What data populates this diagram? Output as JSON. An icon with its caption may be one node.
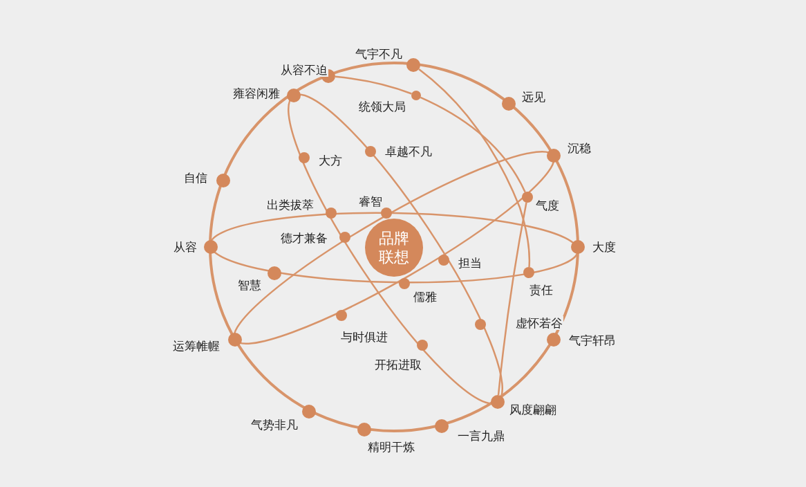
{
  "diagram": {
    "nodes": [
      {
        "text": [
          "品牌联想"
        ]
      },
      {
        "text": [
          "气宇不凡"
        ]
      },
      {
        "text": [
          "从容不迫"
        ]
      },
      {
        "text": [
          "雍容闲雅"
        ]
      },
      {
        "text": [
          "统领大局"
        ]
      },
      {
        "text": [
          "远见"
        ]
      },
      {
        "text": [
          "卓越不凡"
        ]
      },
      {
        "text": [
          "大方"
        ]
      },
      {
        "text": [
          "沉稳"
        ]
      },
      {
        "text": [
          "自信"
        ]
      },
      {
        "text": [
          "气度"
        ]
      },
      {
        "text": [
          "出类拔萃"
        ]
      },
      {
        "text": [
          "睿智"
        ]
      },
      {
        "text": [
          "德才兼备"
        ]
      },
      {
        "text": [
          "从容"
        ]
      },
      {
        "text": [
          "大度"
        ]
      },
      {
        "text": [
          "担当"
        ]
      },
      {
        "text": [
          "智慧"
        ]
      },
      {
        "text": [
          "责任"
        ]
      },
      {
        "text": [
          "儒雅"
        ]
      },
      {
        "text": [
          "虚怀若谷"
        ]
      },
      {
        "text": [
          "与时俱进"
        ]
      },
      {
        "text": [
          "运筹帷幄"
        ]
      },
      {
        "text": [
          "气宇轩昂"
        ]
      },
      {
        "text": [
          "开拓进取"
        ]
      },
      {
        "text": [
          "风度翩翩"
        ]
      },
      {
        "text": [
          "气势非凡"
        ]
      },
      {
        "text": [
          "一言九鼎"
        ]
      },
      {
        "text": [
          "精明干炼"
        ]
      }
    ],
    "edges": [
      {
        "from": 2,
        "to": 4,
        "arrow": "none"
      },
      {
        "from": 4,
        "to": 10,
        "arrow": "none"
      },
      {
        "from": 10,
        "to": 25,
        "arrow": "none"
      },
      {
        "from": 1,
        "to": 18,
        "arrow": "none"
      }
    ]
  }
}
